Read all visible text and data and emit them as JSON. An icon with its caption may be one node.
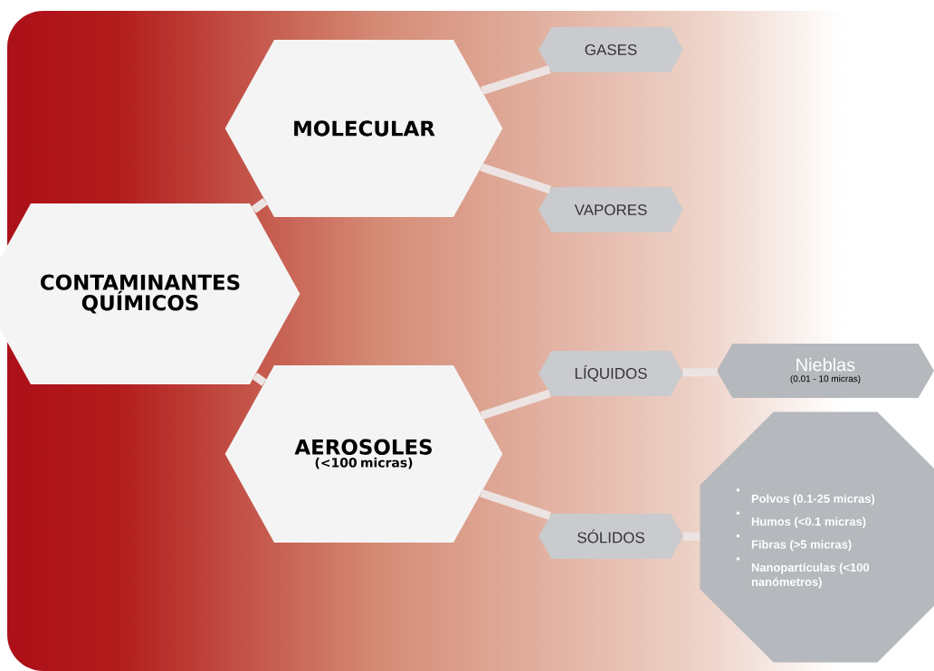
{
  "diagram": {
    "nodes": [
      {
        "text": [
          "CONTAMINANTES QUÍMICOS"
        ]
      },
      {
        "text": [
          "MOLECULAR"
        ]
      },
      {
        "text": [
          "AEROSOLES",
          "(<100 micras)"
        ]
      },
      {
        "text": [
          "GASES"
        ]
      },
      {
        "text": [
          "VAPORES"
        ]
      },
      {
        "text": [
          "LÍQUIDOS"
        ]
      },
      {
        "text": [
          "SÓLIDOS"
        ]
      },
      {
        "text": [
          "Nieblas",
          "(0.01 - 10 micras)"
        ]
      },
      {
        "text": [
          "Polvos (0.1-25 micras)",
          "Humos (<0.1 micras)",
          "Fibras (>5 micras)",
          "Nanopartículas (<100 nanómetros)"
        ]
      }
    ],
    "edges": [
      {
        "from": 0,
        "to": 1,
        "arrow": "none"
      },
      {
        "from": 0,
        "to": 2,
        "arrow": "none"
      },
      {
        "from": 1,
        "to": 3,
        "arrow": "none"
      },
      {
        "from": 1,
        "to": 4,
        "arrow": "none"
      },
      {
        "from": 2,
        "to": 5,
        "arrow": "none"
      },
      {
        "from": 2,
        "to": 6,
        "arrow": "none"
      },
      {
        "from": 5,
        "to": 7,
        "arrow": "none"
      },
      {
        "from": 6,
        "to": 8,
        "arrow": "none"
      }
    ]
  }
}
